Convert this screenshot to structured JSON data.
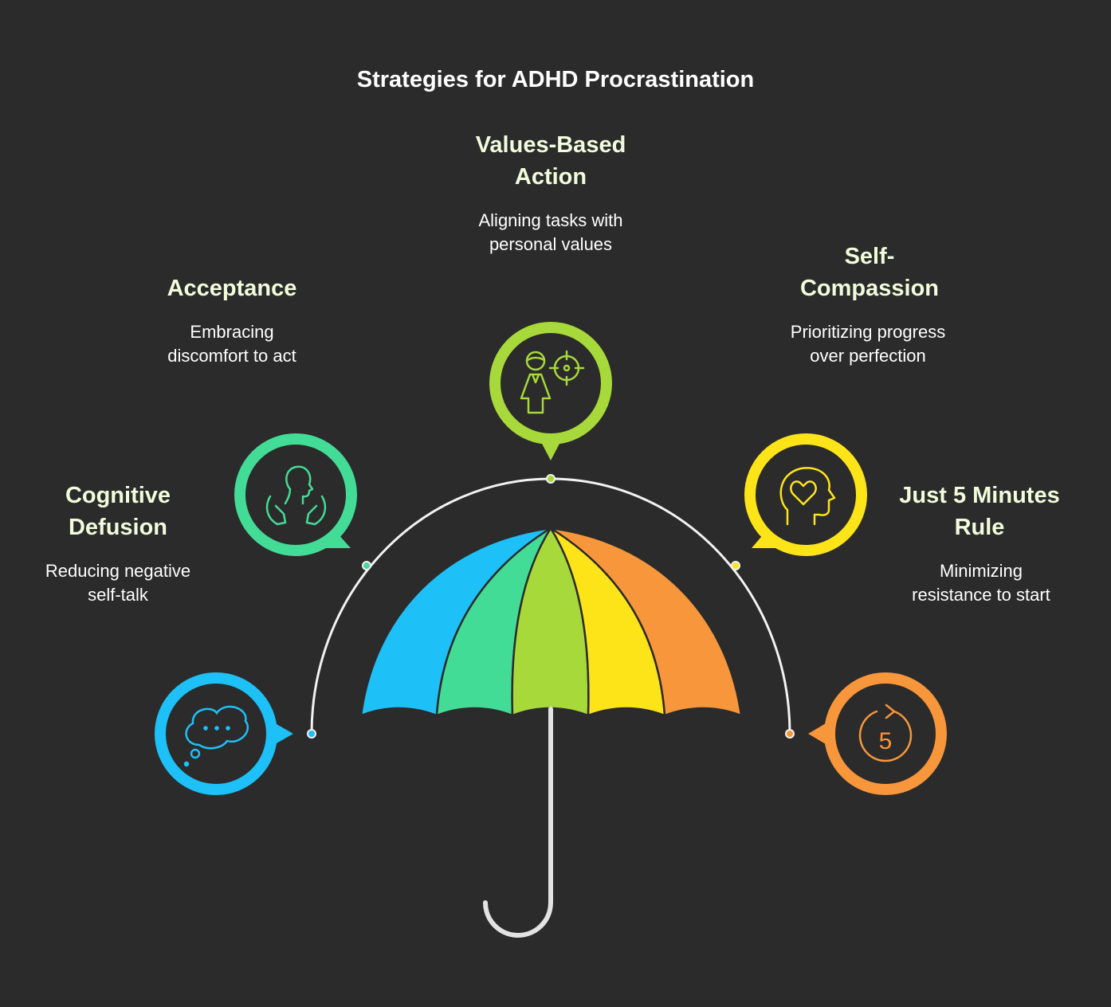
{
  "title": "Strategies for ADHD Procrastination",
  "strategies": [
    {
      "heading_lines": [
        "Cognitive",
        "Defusion"
      ],
      "desc_lines": [
        "Reducing negative",
        "self-talk"
      ],
      "color": "#1ec0f8",
      "icon": "thought-bubble-icon"
    },
    {
      "heading_lines": [
        "Acceptance"
      ],
      "desc_lines": [
        "Embracing",
        "discomfort to act"
      ],
      "color": "#43dc96",
      "icon": "person-open-hands-icon"
    },
    {
      "heading_lines": [
        "Values-Based",
        "Action"
      ],
      "desc_lines": [
        "Aligning tasks with",
        "personal values"
      ],
      "color": "#a7d93a",
      "icon": "person-target-icon"
    },
    {
      "heading_lines": [
        "Self-",
        "Compassion"
      ],
      "desc_lines": [
        "Prioritizing progress",
        "over perfection"
      ],
      "color": "#fde419",
      "icon": "head-heart-icon"
    },
    {
      "heading_lines": [
        "Just 5 Minutes",
        "Rule"
      ],
      "desc_lines": [
        "Minimizing",
        "resistance to start"
      ],
      "color": "#f7963a",
      "icon": "five-minute-timer-icon"
    }
  ],
  "colors": {
    "background": "#2b2b2b",
    "title_text": "#ffffff",
    "heading_text": "#f3fbdc",
    "arc": "#f2f2f2",
    "handle": "#e3e3e3"
  }
}
